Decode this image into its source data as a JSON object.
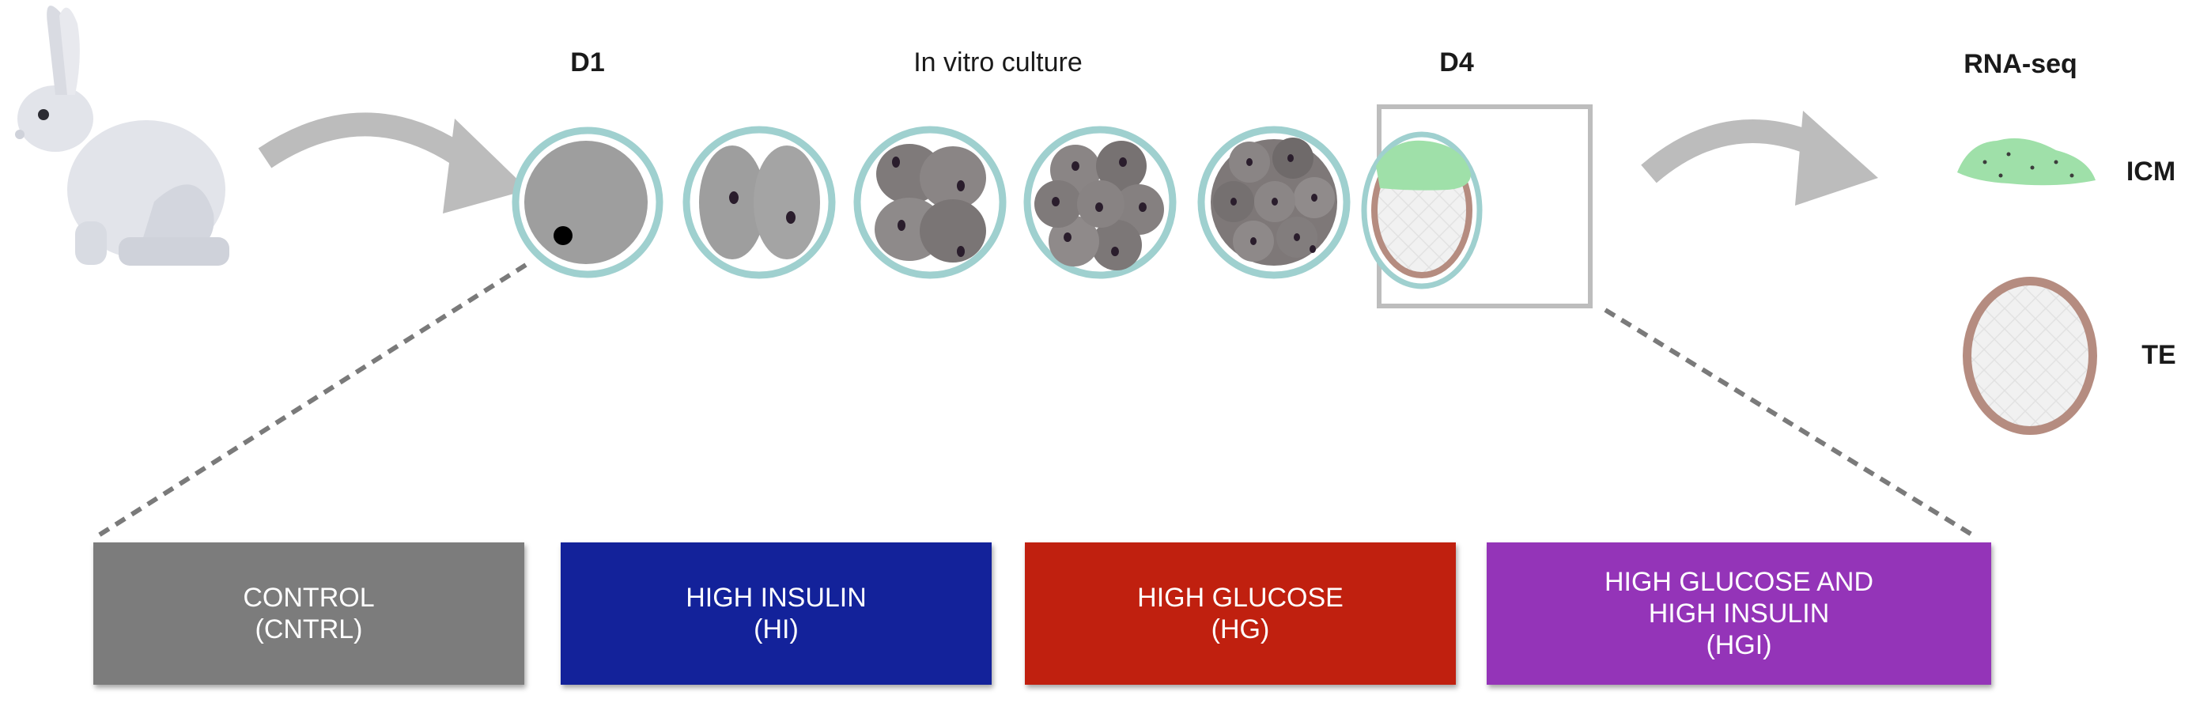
{
  "labels": {
    "d1": "D1",
    "culture": "In vitro culture",
    "d4": "D4",
    "rnaseq": "RNA-seq",
    "icm": "ICM",
    "te": "TE"
  },
  "conditions": [
    {
      "line1": "CONTROL",
      "line2": "(CNTRL)",
      "line3": "",
      "color": "#7c7c7c"
    },
    {
      "line1": "HIGH INSULIN",
      "line2": "(HI)",
      "line3": "",
      "color": "#13229a"
    },
    {
      "line1": "HIGH GLUCOSE",
      "line2": "(HG)",
      "line3": "",
      "color": "#c0200f"
    },
    {
      "line1": "HIGH GLUCOSE AND",
      "line2": "HIGH INSULIN",
      "line3": "(HGI)",
      "color": "#9434b8"
    }
  ],
  "colors": {
    "zona": "#9fd0cf",
    "cell": "#9e9e9e",
    "cell_dark": "#7d7575",
    "icm_green": "#9fe0a9",
    "te_brown": "#b58c80",
    "arrow": "#bcbcbc",
    "rabbit": "#e2e4ea"
  }
}
